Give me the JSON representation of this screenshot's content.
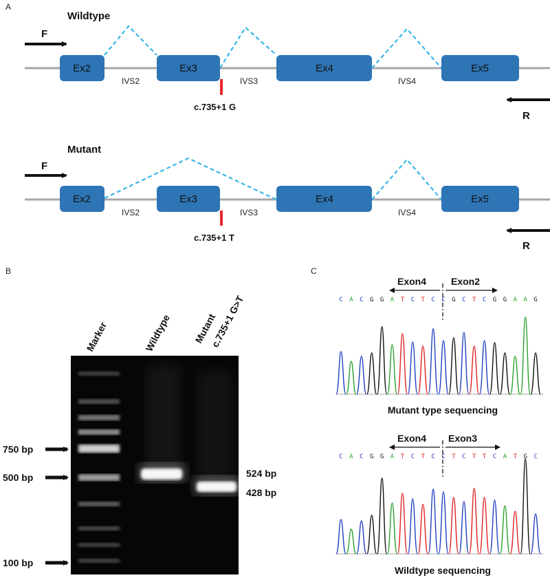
{
  "panel_a": {
    "letter": "A",
    "wildtype": {
      "title": "Wildtype",
      "exons": [
        "Ex2",
        "Ex3",
        "Ex4",
        "Ex5"
      ],
      "introns": [
        "IVS2",
        "IVS3",
        "IVS4"
      ],
      "variant": "c.735+1 G",
      "forward": "F",
      "reverse": "R"
    },
    "mutant": {
      "title": "Mutant",
      "exons": [
        "Ex2",
        "Ex3",
        "Ex4",
        "Ex5"
      ],
      "introns": [
        "IVS2",
        "IVS3",
        "IVS4"
      ],
      "variant": "c.735+1 T",
      "forward": "F",
      "reverse": "R"
    },
    "colors": {
      "exon": "#2e75b6",
      "splice": "#38b6e8",
      "variant": "#e8272c",
      "backbone": "#a6a6a6"
    }
  },
  "panel_b": {
    "letter": "B",
    "lanes": [
      "Marker",
      "Wildtype",
      "Mutant",
      "c.735+1 G>T"
    ],
    "marker_sizes": [
      "750 bp",
      "500 bp",
      "100 bp"
    ],
    "product_sizes": [
      "524 bp",
      "428 bp"
    ]
  },
  "panel_c": {
    "letter": "C",
    "mutant": {
      "left_exon": "Exon4",
      "right_exon": "Exon2",
      "sequence": [
        "C",
        "A",
        "C",
        "G",
        "G",
        "A",
        "T",
        "C",
        "T",
        "C",
        "C",
        "G",
        "C",
        "T",
        "C",
        "G",
        "G",
        "A",
        "A",
        "G"
      ],
      "caption": "Mutant type sequencing"
    },
    "wildtype": {
      "left_exon": "Exon4",
      "right_exon": "Exon3",
      "sequence": [
        "C",
        "A",
        "C",
        "G",
        "G",
        "A",
        "T",
        "C",
        "T",
        "C",
        "C",
        "T",
        "C",
        "T",
        "T",
        "C",
        "A",
        "T",
        "G",
        "C"
      ],
      "caption": "Wildtype sequencing"
    },
    "base_colors": {
      "A": "#2ca02c",
      "C": "#1f3fbf",
      "G": "#111111",
      "T": "#e02020"
    }
  }
}
